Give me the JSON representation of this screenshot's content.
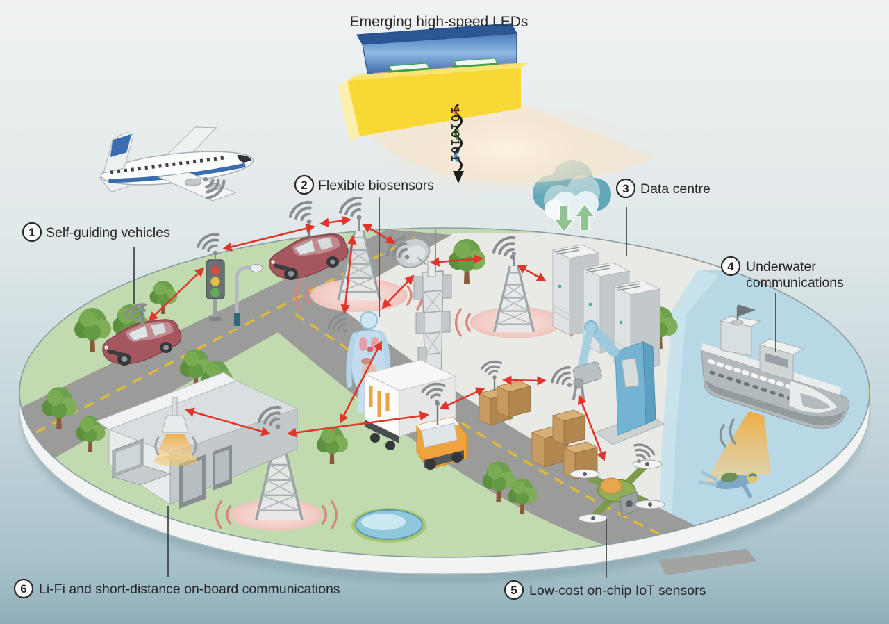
{
  "figure": {
    "title": "Emerging high-speed LEDs",
    "data_stream": "1010101",
    "callouts": [
      {
        "number": "1",
        "label": "Self-guiding vehicles"
      },
      {
        "number": "2",
        "label": "Flexible biosensors"
      },
      {
        "number": "3",
        "label": "Data centre"
      },
      {
        "number": "4",
        "label_line1": "Underwater",
        "label_line2": "communications"
      },
      {
        "number": "5",
        "label": "Low-cost on-chip IoT sensors"
      },
      {
        "number": "6",
        "label": "Li-Fi and short-distance on-board communications"
      }
    ],
    "colors": {
      "arrow_red": "#e0352b",
      "wifi_gray": "#878d91",
      "label_text": "#262626",
      "grass_green": "#c2dab0",
      "pavement_gray": "#e9e9e6",
      "water_blue": "#b7d8e4",
      "road_gray": "#9b9b99",
      "road_dash_yellow": "#ddb93e",
      "radiation_pink": "#f2cfc8",
      "led_yellow": "#f9d835",
      "led_blue": "#3a6cb0",
      "beam_orange": "#f2b54c"
    }
  }
}
